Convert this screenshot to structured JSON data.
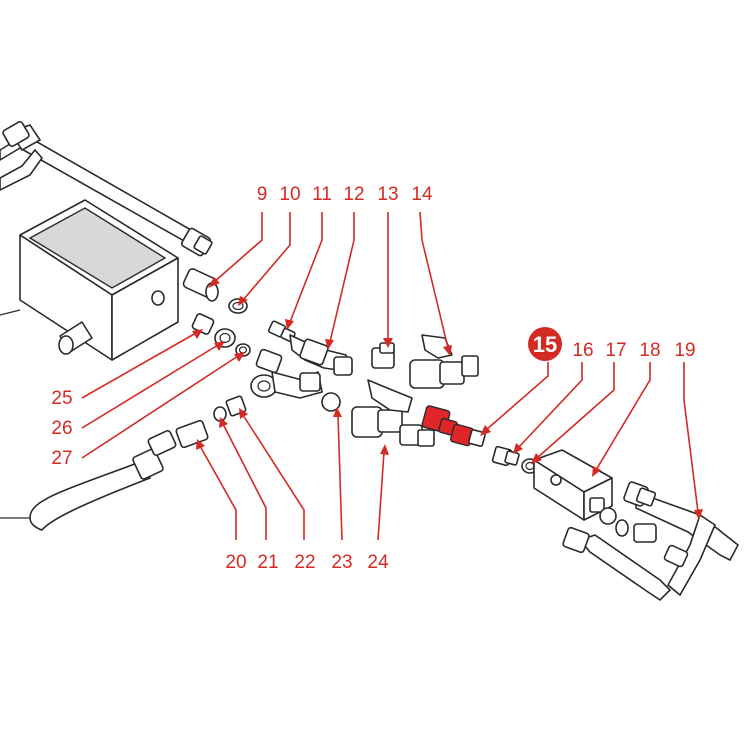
{
  "callouts": {
    "c9": "9",
    "c10": "10",
    "c11": "11",
    "c12": "12",
    "c13": "13",
    "c14": "14",
    "c15": "15",
    "c16": "16",
    "c17": "17",
    "c18": "18",
    "c19": "19",
    "c20": "20",
    "c21": "21",
    "c22": "22",
    "c23": "23",
    "c24": "24",
    "c25": "25",
    "c26": "26",
    "c27": "27"
  },
  "highlighted_part": "15",
  "colors": {
    "callout": "#d32a24",
    "highlight": "#e0262a",
    "line_art": "#2a2a2a"
  }
}
